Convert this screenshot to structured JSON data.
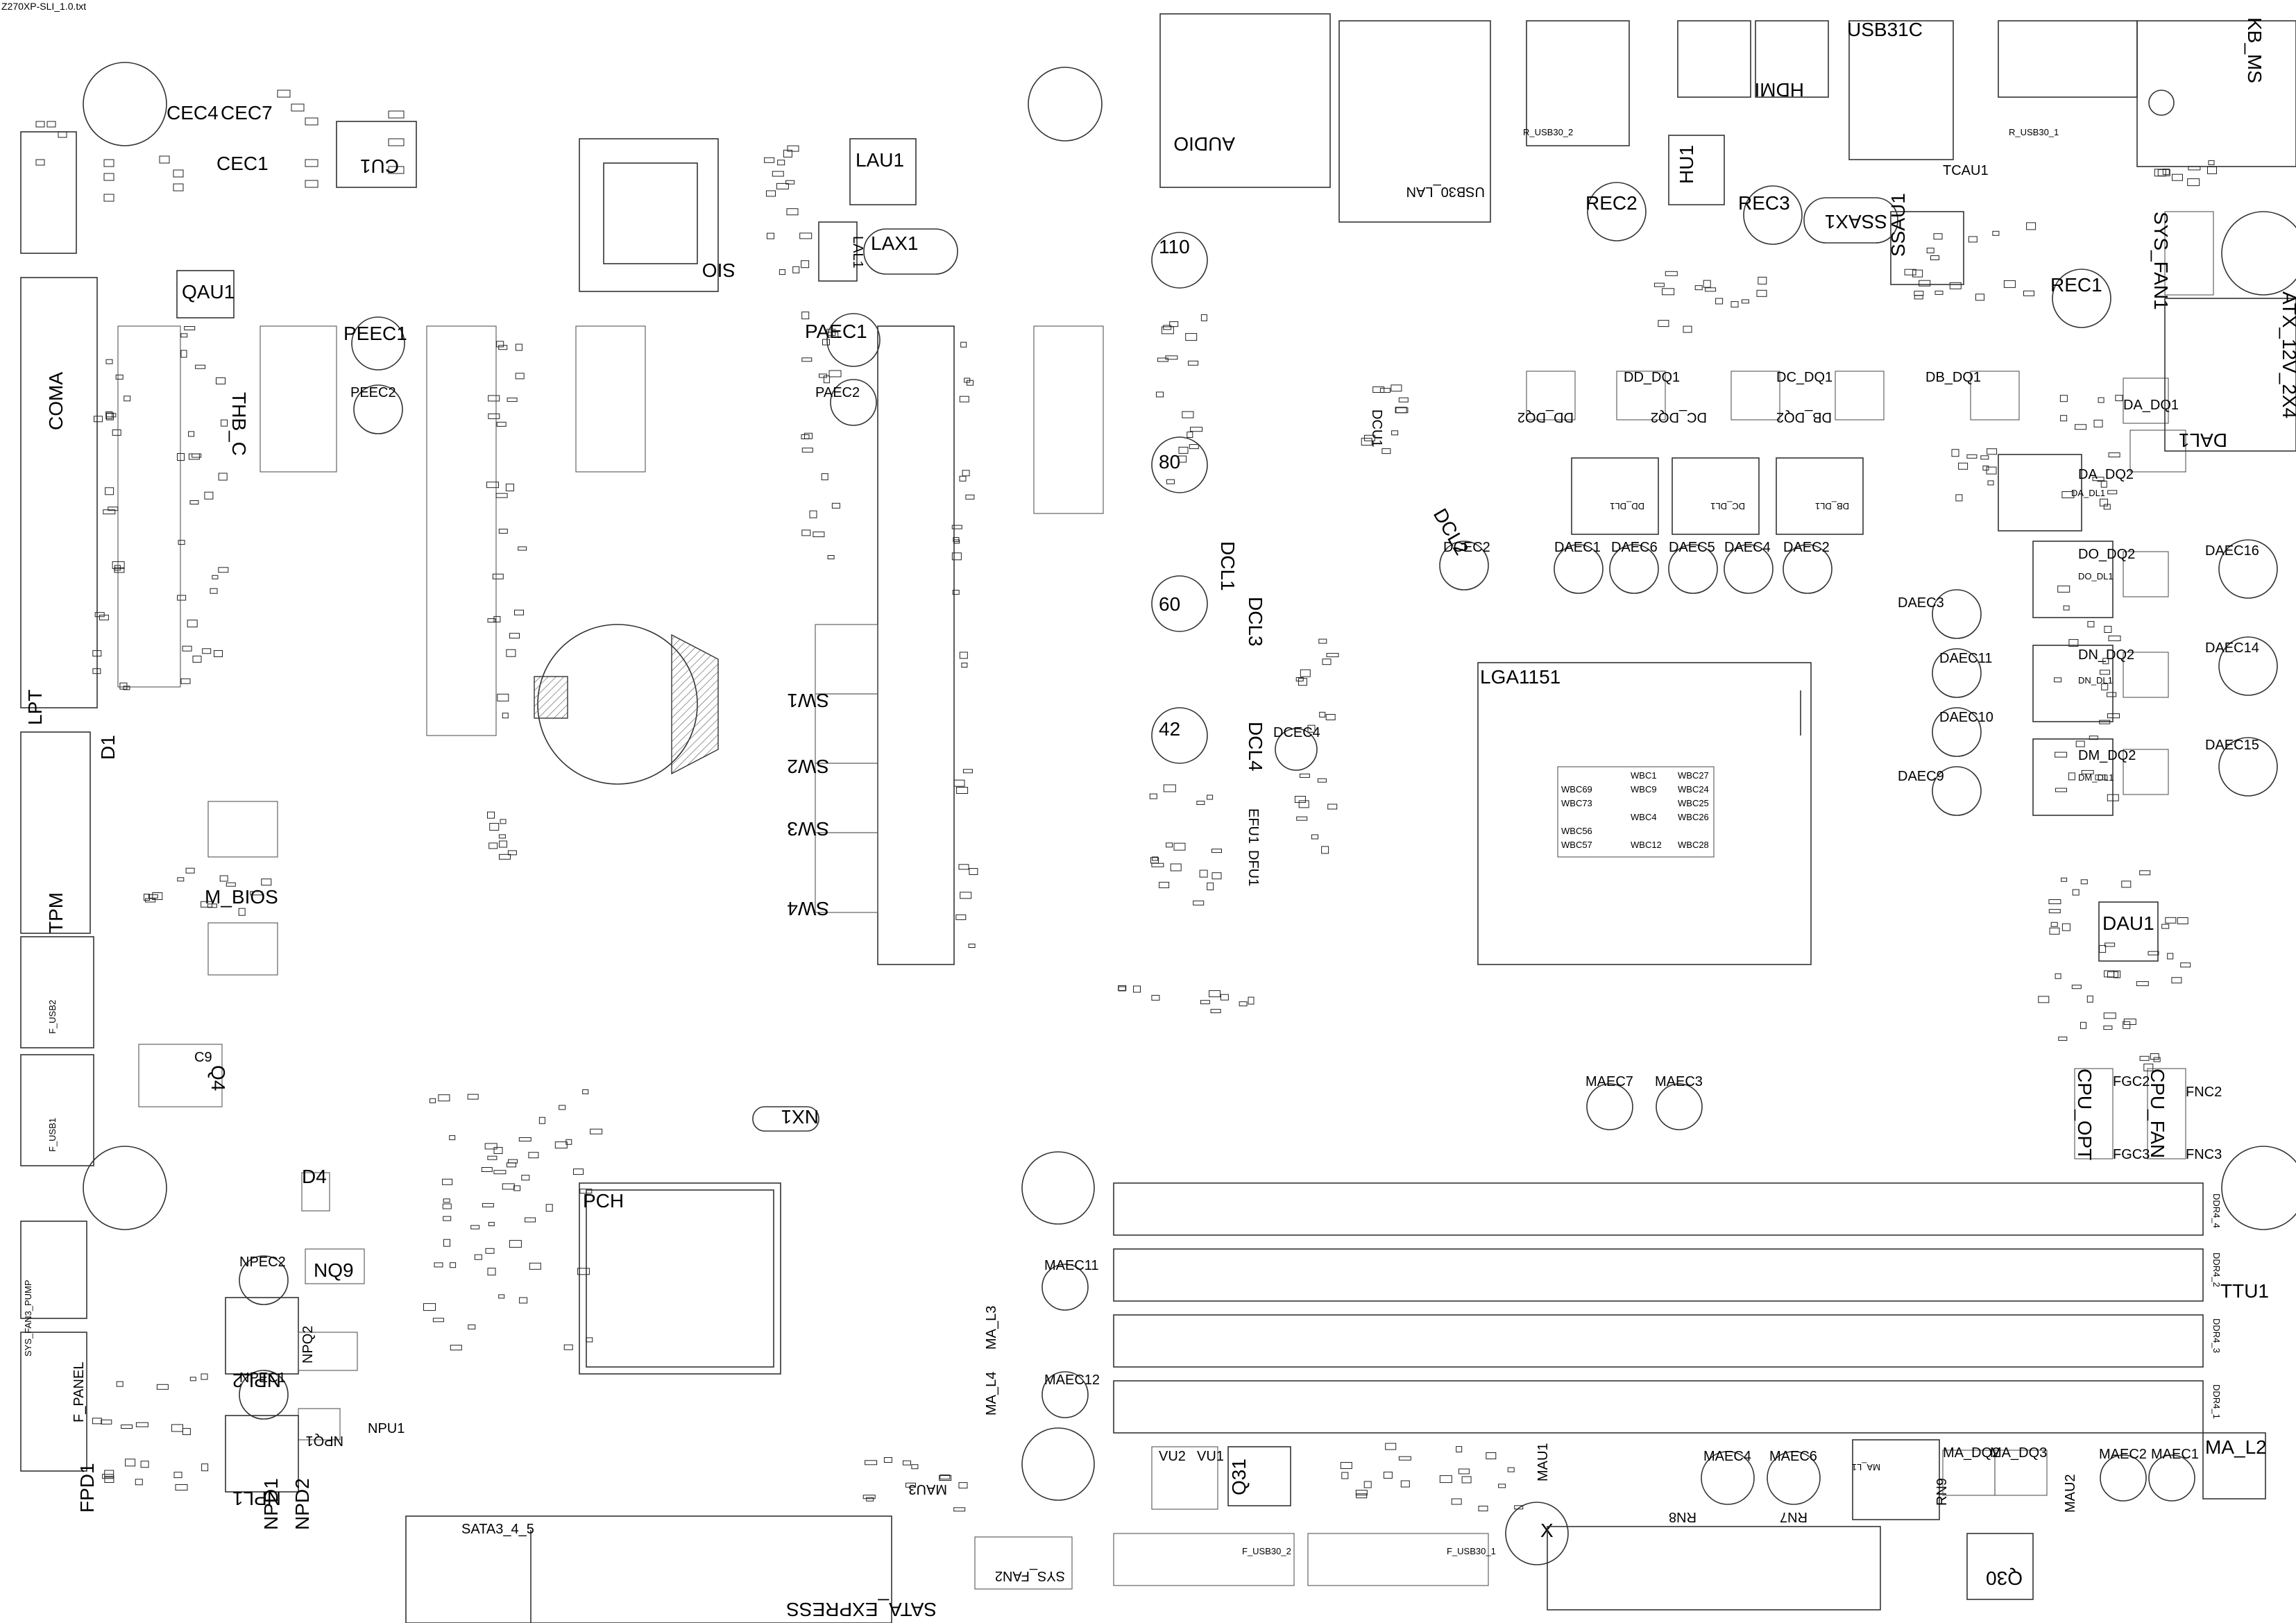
{
  "file_title": "Z270XP-SLI_1.0.txt",
  "labels": {
    "audio": "AUDIO",
    "usb30_lan": "USB30_LAN",
    "hdmi": "HDMI",
    "usb31c": "USB31C",
    "kb_ms": "KB_MS",
    "r_usb30_2": "R_USB30_2",
    "r_usb30_1": "R_USB30_1",
    "sio": "SIO",
    "lau1": "LAU1",
    "lal1": "LAL1",
    "lax1": "LAX1",
    "cu1": "CU1",
    "cec4": "CEC4",
    "cec7": "CEC7",
    "cec1": "CEC1",
    "qau1": "QAU1",
    "coma": "COMA",
    "thb_c": "THB_C",
    "peec1": "PEEC1",
    "peec2": "PEEC2",
    "paec1": "PAEC1",
    "paec2": "PAEC2",
    "lpt": "LPT",
    "d1": "D1",
    "tpm": "TPM",
    "m_bios": "M_BIOS",
    "f_usb2": "F_USB2",
    "f_usb1": "F_USB1",
    "q4": "Q4",
    "c9": "C9",
    "sw1": "SW1",
    "sw2": "SW2",
    "sw3": "SW3",
    "sw4": "SW4",
    "nx1": "NX1",
    "pch": "PCH",
    "d4": "D4",
    "npec2": "NPEC2",
    "nq9": "NQ9",
    "npl2": "NPL2",
    "npq2": "NPQ2",
    "npec1": "NPEC1",
    "npq1": "NPQ1",
    "npu1": "NPU1",
    "npl1": "NPL1",
    "npd1": "NPD1",
    "npd2": "NPD2",
    "fpd1": "FPD1",
    "sys_fan3_pump": "SYS_FAN3_PUMP",
    "f_panel": "F_PANEL",
    "sata3_4_5": "SATA3_4_5",
    "sata_express": "SATA_EXPRESS",
    "sys_fan2": "SYS_FAN2",
    "mau3": "MAU3",
    "ma_l3": "MA_L3",
    "ma_l4": "MA_L4",
    "maec11": "MAEC11",
    "maec12": "MAEC12",
    "n110": "110",
    "n80": "80",
    "n60": "60",
    "n42": "42",
    "dcl1": "DCL1",
    "dcl2": "DCL2",
    "dcl3": "DCL3",
    "dcl4": "DCL4",
    "dcu1": "DCU1",
    "dcec2": "DCEC2",
    "dcec4": "DCEC4",
    "efu1": "EFU1",
    "dfu1": "DFU1",
    "lga1151": "LGA1151",
    "daec1": "DAEC1",
    "daec6": "DAEC6",
    "daec5": "DAEC5",
    "daec4": "DAEC4",
    "daec2": "DAEC2",
    "daec16": "DAEC16",
    "daec3": "DAEC3",
    "daec11": "DAEC11",
    "daec14": "DAEC14",
    "daec10": "DAEC10",
    "daec15": "DAEC15",
    "daec9": "DAEC9",
    "dau1": "DAU1",
    "dal1": "DAL1",
    "rec1": "REC1",
    "rec2": "REC2",
    "rec3": "REC3",
    "hu1": "HU1",
    "ssax1": "SSAX1",
    "ssau1": "SSAU1",
    "tcau1": "TCAU1",
    "sys_fan1": "SYS_FAN1",
    "atx_12v_2x4": "ATX_12V_2X4",
    "cpu_opt": "CPU_OPT",
    "cpu_fan": "CPU_FAN",
    "fgc2": "FGC2",
    "fgc3": "FGC3",
    "fnc2": "FNC2",
    "fnc3": "FNC3",
    "ddr4_4": "DDR4_4",
    "ddr4_2": "DDR4_2",
    "ddr4_3": "DDR4_3",
    "ddr4_1": "DDR4_1",
    "ttu1": "TTU1",
    "ma_l2": "MA_L2",
    "maec7": "MAEC7",
    "maec3": "MAEC3",
    "mau1": "MAU1",
    "maec4": "MAEC4",
    "maec6": "MAEC6",
    "maec2": "MAEC2",
    "maec1": "MAEC1",
    "mau2": "MAU2",
    "q31": "Q31",
    "q30": "Q30",
    "x": "X",
    "vu1": "VU1",
    "vu2": "VU2",
    "rn7": "RN7",
    "rn8": "RN8",
    "rn9": "RN9",
    "f_usb30_2": "F_USB30_2",
    "f_usb30_1": "F_USB30_1",
    "dd_dq1": "DD_DQ1",
    "dd_dq2": "DD_DQ2",
    "dc_dq1": "DC_DQ1",
    "dc_dq2": "DC_DQ2",
    "db_dq1": "DB_DQ1",
    "db_dq2": "DB_DQ2",
    "da_dq1": "DA_DQ1",
    "da_dq2": "DA_DQ2",
    "do_dq2": "DO_DQ2",
    "do_dq1": "DO_DQ1",
    "dn_dq2": "DN_DQ2",
    "dn_dq1": "DN_DQ1",
    "dm_dq2": "DM_DQ2",
    "dm_dq1": "DM_DQ1",
    "ma_dq2": "MA_DQ2",
    "ma_dq3": "MA_DQ3",
    "dd_dl1": "DD_DL1",
    "dc_dl1": "DC_DL1",
    "db_dl1": "DB_DL1",
    "da_dl1": "DA_DL1",
    "do_dl1": "DO_DL1",
    "dn_dl1": "DN_DL1",
    "dm_dl1": "DM_DL1",
    "ma_l1": "MA_L1",
    "wbc27": "WBC27",
    "wbc24": "WBC24",
    "wbc25": "WBC25",
    "wbc26": "WBC26",
    "wbc28": "WBC28",
    "wbc1": "WBC1",
    "wbc9": "WBC9",
    "wbc4": "WBC4",
    "wbc12": "WBC12",
    "wbc57": "WBC57",
    "wbc73": "WBC73",
    "wbc69": "WBC69",
    "wbc56": "WBC56"
  }
}
